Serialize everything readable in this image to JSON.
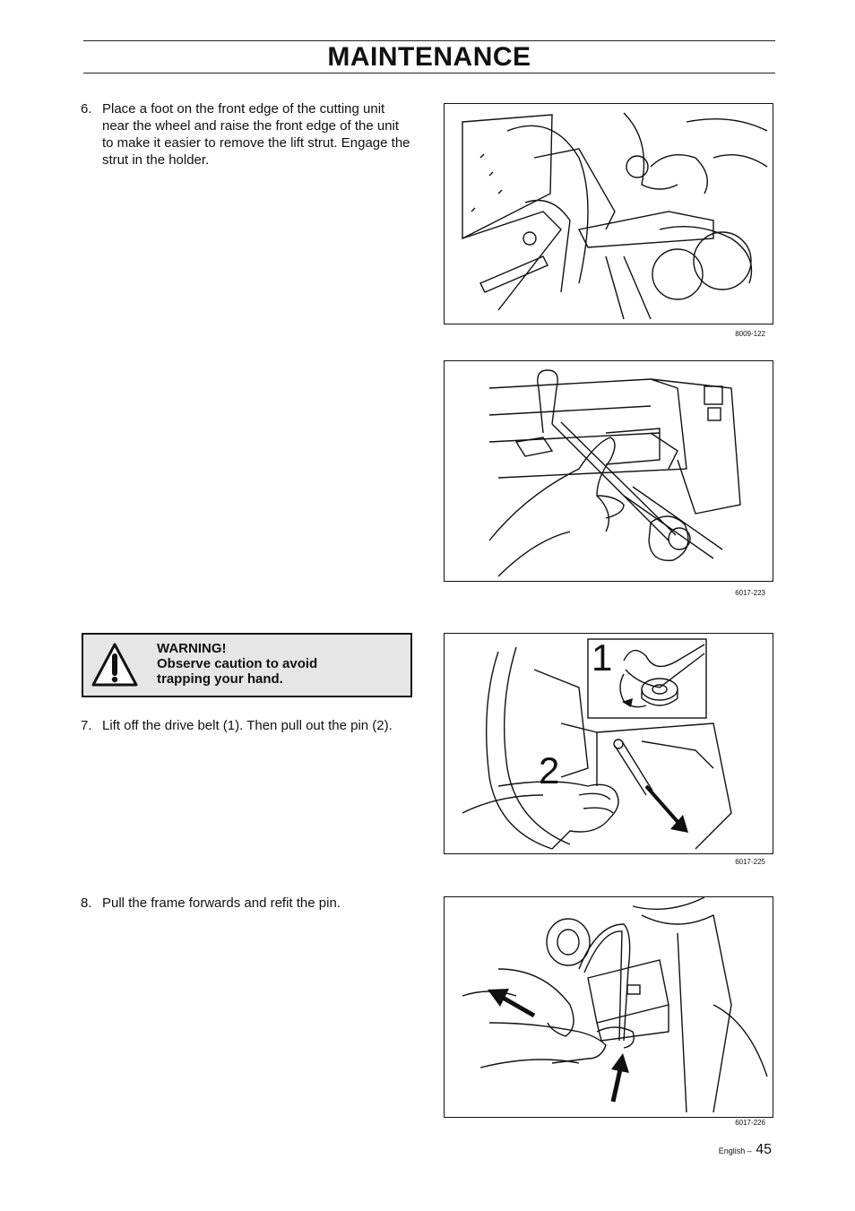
{
  "header": {
    "title": "MAINTENANCE"
  },
  "steps": [
    {
      "number": "6.",
      "text": "Place a foot on the front edge of the cutting unit near the wheel and raise the front edge of the unit to make it easier to remove the lift strut. Engage the strut in the holder."
    },
    {
      "number": "7.",
      "text": "Lift off the drive belt (1). Then pull out the pin (2)."
    },
    {
      "number": "8.",
      "text": "Pull the frame forwards and refit the pin."
    }
  ],
  "warning": {
    "icon": "warning-triangle-icon",
    "lines": [
      "WARNING!",
      "Observe caution to avoid",
      "trapping your hand."
    ]
  },
  "figures": [
    {
      "code": "8009-122"
    },
    {
      "code": "6017-223"
    },
    {
      "code": "6017-225",
      "callouts": [
        "1",
        "2"
      ]
    },
    {
      "code": "6017-226"
    }
  ],
  "footer": {
    "language": "English –",
    "page": "45"
  }
}
